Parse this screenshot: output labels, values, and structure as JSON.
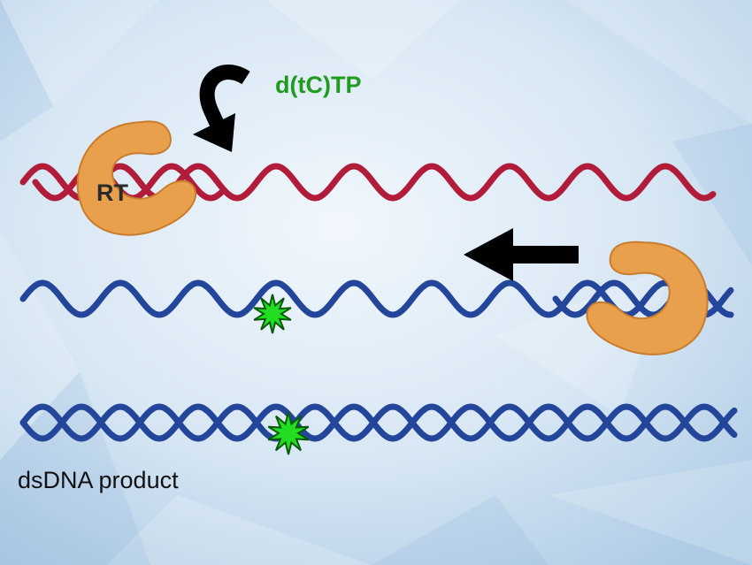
{
  "labels": {
    "enzyme": "RT",
    "nucleotide": "d(tC)TP",
    "product": "dsDNA product"
  },
  "colors": {
    "background": "#d6e6f4",
    "rna_strand": "#b01c3a",
    "dna_strand": "#23469a",
    "enzyme": "#e8a04c",
    "enzyme_shade": "#c97c2c",
    "fluorescent_base": "#22dd22",
    "nucleotide_text": "#1f9b1f",
    "arrow": "#000000"
  },
  "icons": {
    "curved_arrow": "curved-arrow-icon",
    "direction_arrow": "left-arrow-icon",
    "fluorophore": "star-burst-icon"
  }
}
